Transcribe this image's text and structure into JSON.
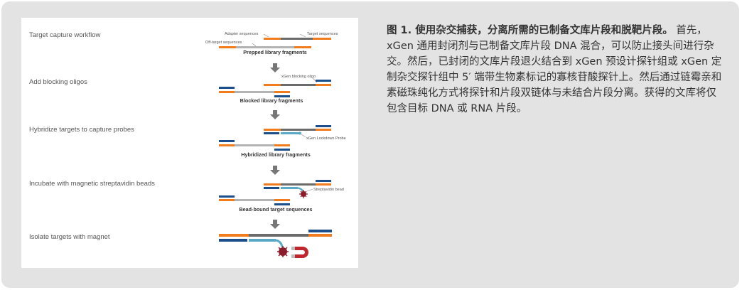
{
  "colors": {
    "orange": "#f07c1e",
    "navy": "#1d4e8c",
    "dark_gray": "#6b6b6b",
    "light_gray": "#b3b3b3",
    "teal": "#5aaac7",
    "bead": "#8c1c2a",
    "magnet_red": "#c0262d",
    "arrow": "#777777"
  },
  "figure": {
    "title": "Target capture workflow",
    "steps": [
      "Add blocking oligos",
      "Hybridize targets to capture probes",
      "Incubate with magnetic streptavidin beads",
      "Isolate targets with magnet"
    ],
    "stage_labels": [
      "Prepped library fragments",
      "Blocked library fragments",
      "Hybridized library fragments",
      "Bead-bound target sequences"
    ],
    "annotations": {
      "adapter": "Adapter sequences",
      "target": "Target sequences",
      "off_target": "Off-target sequences",
      "blocking": "xGen blocking oligo",
      "probe": "xGen Lockdown Probe",
      "bead": "Streptavidin bead"
    }
  },
  "caption": {
    "lead": "图 1. 使用杂交捕获，分离所需的已制备文库片段和脱靶片段。",
    "body": " 首先，xGen 通用封闭剂与已制备文库片段 DNA 混合，可以防止接头间进行杂交。然后，已封闭的文库片段退火结合到 xGen 预设计探针组或 xGen 定制杂交探针组中 5′ 端带生物素标记的寡核苷酸探针上。然后通过链霉亲和素磁珠纯化方式将探针和片段双链体与未结合片段分离。获得的文库将仅包含目标 DNA 或 RNA 片段。"
  }
}
